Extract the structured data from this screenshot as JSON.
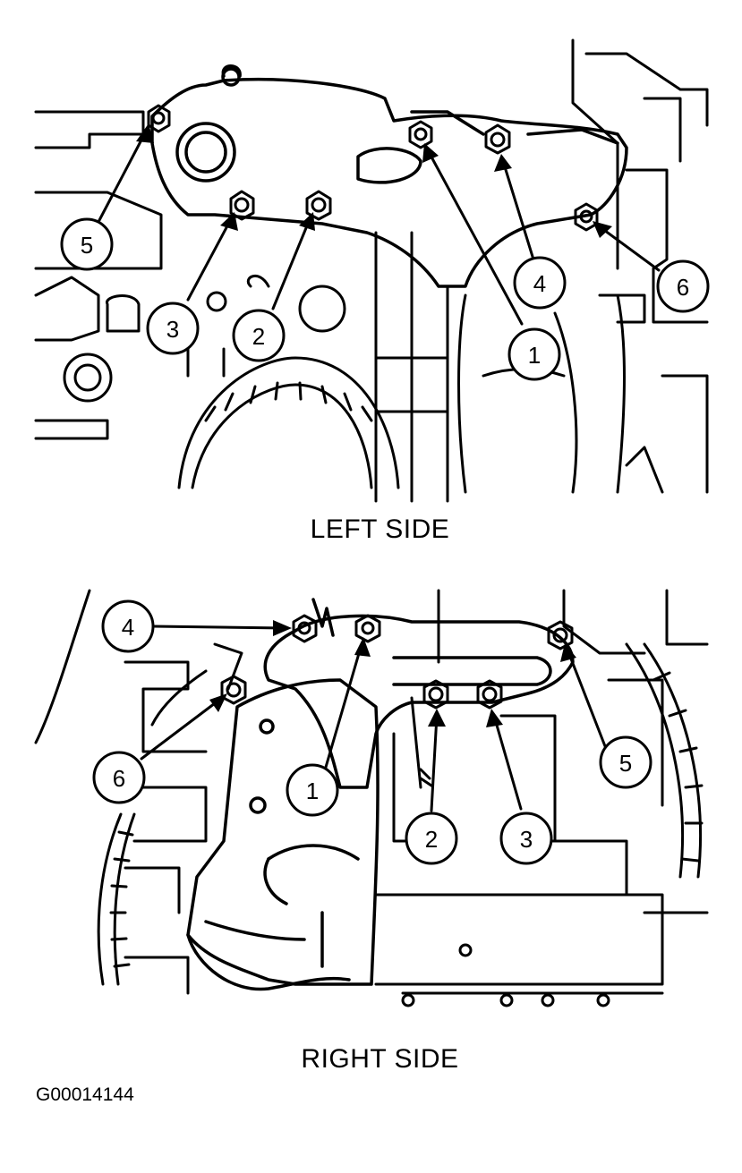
{
  "figure_id": "G00014144",
  "panels": [
    {
      "label": "LEFT SIDE",
      "callouts": [
        "1",
        "2",
        "3",
        "4",
        "5",
        "6"
      ]
    },
    {
      "label": "RIGHT SIDE",
      "callouts": [
        "1",
        "2",
        "3",
        "4",
        "5",
        "6"
      ]
    }
  ]
}
